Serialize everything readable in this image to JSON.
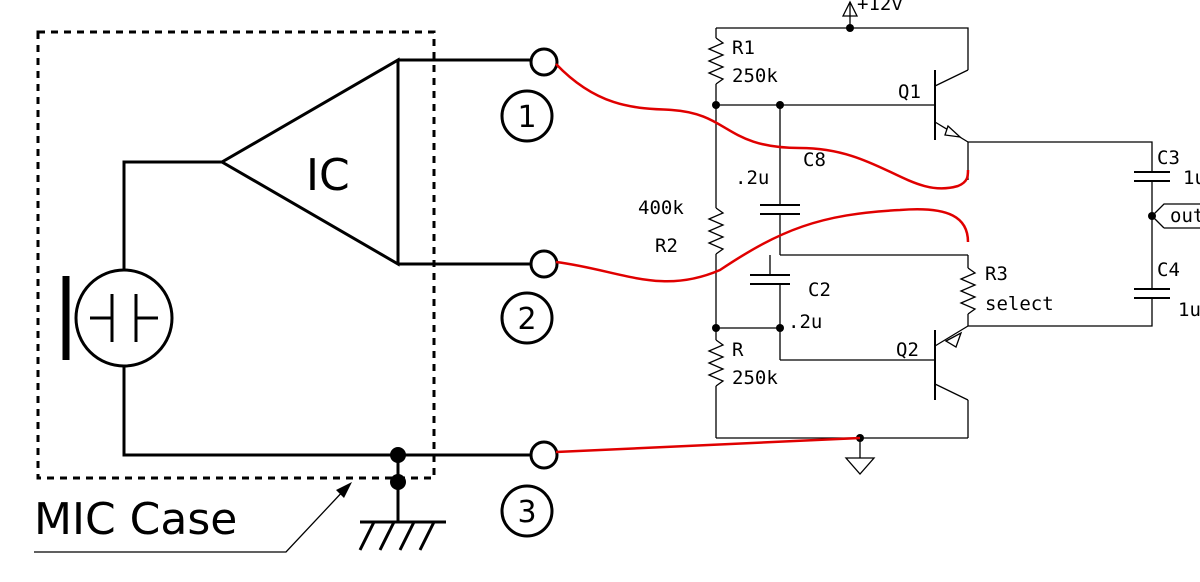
{
  "mic_side": {
    "ic_label": "IC",
    "case_label": "MIC Case",
    "pins": [
      "1",
      "2",
      "3"
    ]
  },
  "preamp": {
    "supply": "+12v",
    "r1": {
      "name": "R1",
      "value": "250k"
    },
    "r2": {
      "name": "R2",
      "value": "400k"
    },
    "r_bottom": {
      "name": "R",
      "value": "250k"
    },
    "r3": {
      "name": "R3",
      "value": "select"
    },
    "c8": {
      "name": "C8",
      "value": ".2u"
    },
    "c2": {
      "name": "C2",
      "value": ".2u"
    },
    "c3": {
      "name": "C3",
      "value": "1u"
    },
    "c4": {
      "name": "C4",
      "value": "1u"
    },
    "q1": "Q1",
    "q2": "Q2",
    "output": "out"
  },
  "colors": {
    "line": "#000000",
    "jumper": "#e00000",
    "background": "#ffffff"
  }
}
